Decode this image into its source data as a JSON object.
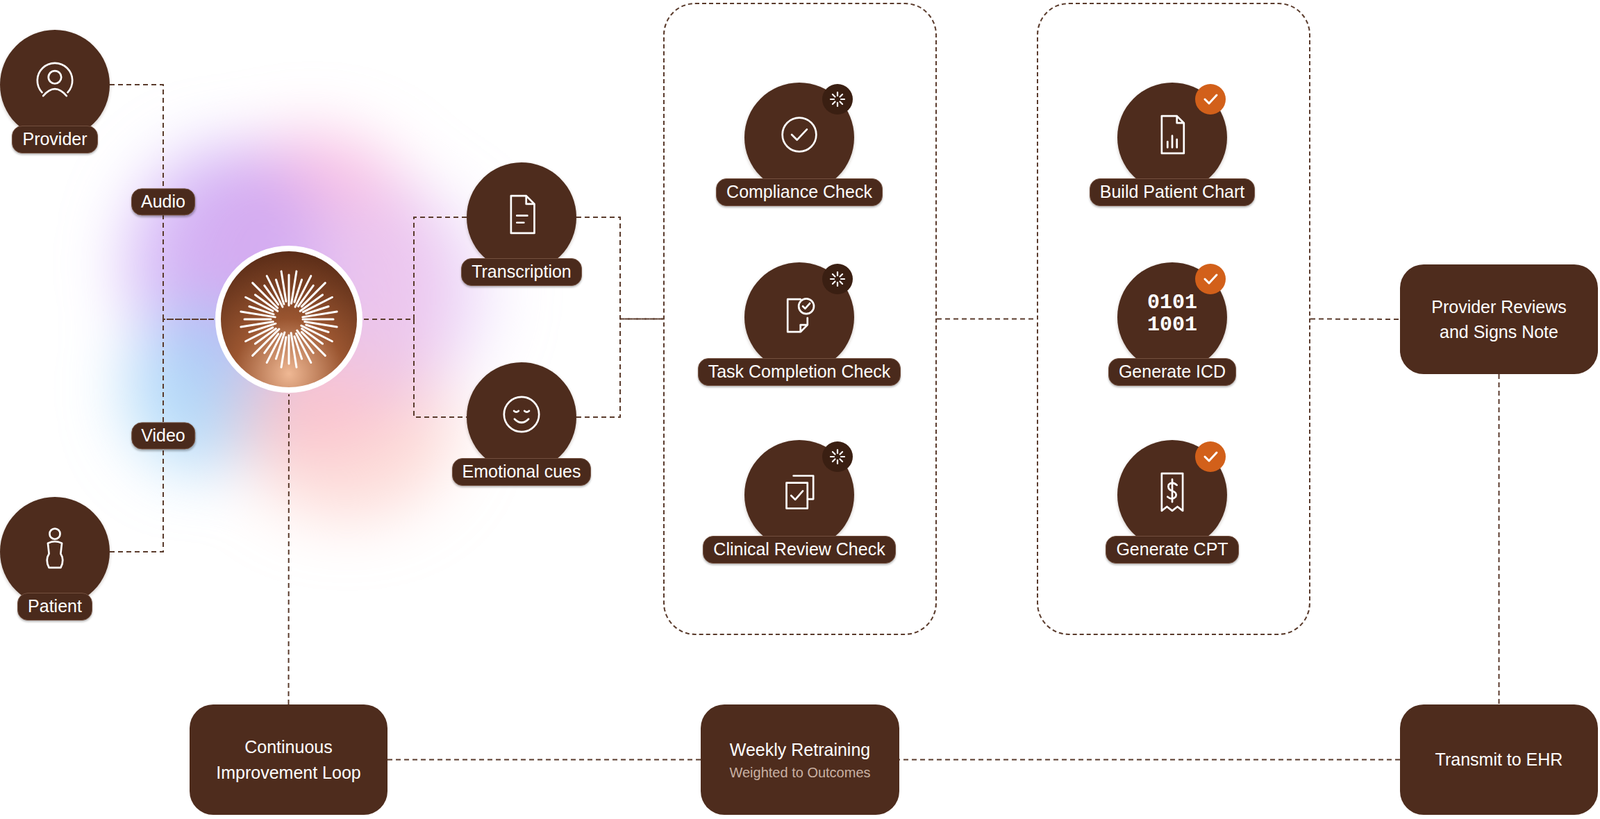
{
  "diagram": {
    "nodes": [
      {
        "text": [
          "Provider"
        ]
      },
      {
        "text": [
          "Patient"
        ]
      },
      {
        "text": []
      },
      {
        "text": [
          "Transcription"
        ]
      },
      {
        "text": [
          "Emotional cues"
        ]
      },
      {
        "text": []
      },
      {
        "text": [
          "Compliance Check"
        ],
        "in": 5
      },
      {
        "text": [
          "Task Completion Check"
        ],
        "in": 5
      },
      {
        "text": [
          "Clinical Review Check"
        ],
        "in": 5
      },
      {
        "text": []
      },
      {
        "text": [
          "Build Patient Chart"
        ],
        "in": 9
      },
      {
        "text": [
          "Generate ICD"
        ],
        "in": 9
      },
      {
        "text": [
          "Generate CPT"
        ],
        "in": 9
      },
      {
        "text": [
          "Provider Reviews and Signs Note"
        ]
      },
      {
        "text": [
          "Continuous Improvement Loop"
        ]
      },
      {
        "text": [
          "Weekly Retraining",
          "Weighted to Outcomes"
        ]
      },
      {
        "text": [
          "Transmit to EHR"
        ]
      }
    ],
    "edges": [
      {
        "from": 0,
        "to": 2,
        "label": "Audio",
        "arrow": "none"
      },
      {
        "from": 1,
        "to": 2,
        "label": "Video",
        "arrow": "none"
      },
      {
        "from": 2,
        "to": 3,
        "arrow": "none"
      },
      {
        "from": 2,
        "to": 4,
        "arrow": "none"
      },
      {
        "from": 3,
        "to": 5,
        "arrow": "none"
      },
      {
        "from": 4,
        "to": 5,
        "arrow": "none"
      },
      {
        "from": 5,
        "to": 9,
        "arrow": "none"
      },
      {
        "from": 9,
        "to": 13,
        "arrow": "none"
      },
      {
        "from": 13,
        "to": 16,
        "arrow": "none"
      },
      {
        "from": 16,
        "to": 15,
        "arrow": "none"
      },
      {
        "from": 15,
        "to": 14,
        "arrow": "none"
      },
      {
        "from": 14,
        "to": 2,
        "arrow": "none"
      }
    ],
    "labels": [
      "0101 1001"
    ]
  }
}
